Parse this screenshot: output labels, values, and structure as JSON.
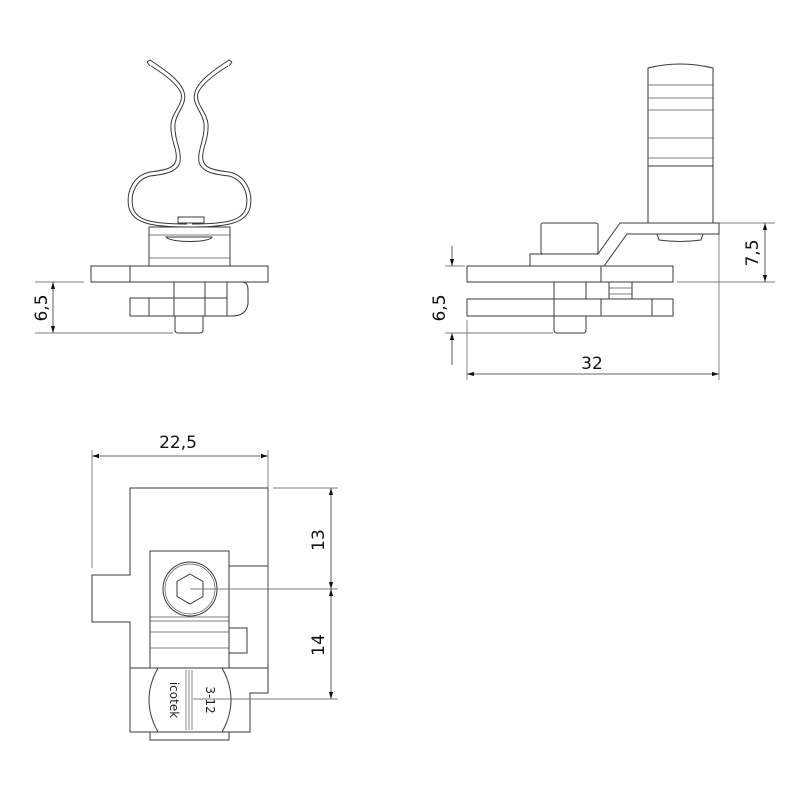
{
  "front_view": {
    "dim_height": "6,5"
  },
  "side_view": {
    "dim_height_lower": "6,5",
    "dim_height_upper": "7,5",
    "dim_width": "32"
  },
  "bottom_view": {
    "dim_width": "22,5",
    "dim_upper": "13",
    "dim_lower": "14",
    "brand_marking": "icotek",
    "size_marking": "3-12"
  }
}
